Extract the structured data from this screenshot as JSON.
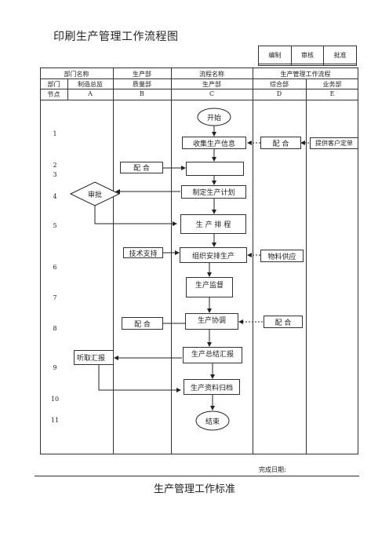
{
  "doc_title": "印刷生产管理工作流程图",
  "signoff": [
    "编制",
    "审核",
    "批准"
  ],
  "header": {
    "row1": [
      "部门名称",
      "生产部",
      "流程名称",
      "生产管理工作流程"
    ],
    "row2": [
      "部门",
      "制造总监",
      "质量部",
      "生产部",
      "综合部",
      "业务部"
    ],
    "row3": [
      "节点",
      "A",
      "B",
      "C",
      "D",
      "E"
    ]
  },
  "nodes": [
    "1",
    "2",
    "3",
    "4",
    "5",
    "6",
    "7",
    "8",
    "9",
    "10",
    "11"
  ],
  "steps": {
    "start": "开始",
    "collect": "收集生产信息",
    "step2": "",
    "plan": "制定生产计划",
    "schedule": "生 产 排 程",
    "organize": "组织安排生产",
    "monitor": "生产监督",
    "coordinate": "生产协调",
    "summary": "生产总结汇报",
    "archive": "生产资料归档",
    "end": "结束"
  },
  "side": {
    "d_coop1": "配  合",
    "e_order": "提供客户定单",
    "b_coop1": "配  合",
    "a_approve": "审批",
    "b_tech": "技术支持",
    "d_material": "物料供应",
    "b_coop2": "配  合",
    "d_coop2": "配  合",
    "a_report": "听取汇报"
  },
  "footer": {
    "date_label": "完成日期:",
    "subtitle": "生产管理工作标准"
  }
}
